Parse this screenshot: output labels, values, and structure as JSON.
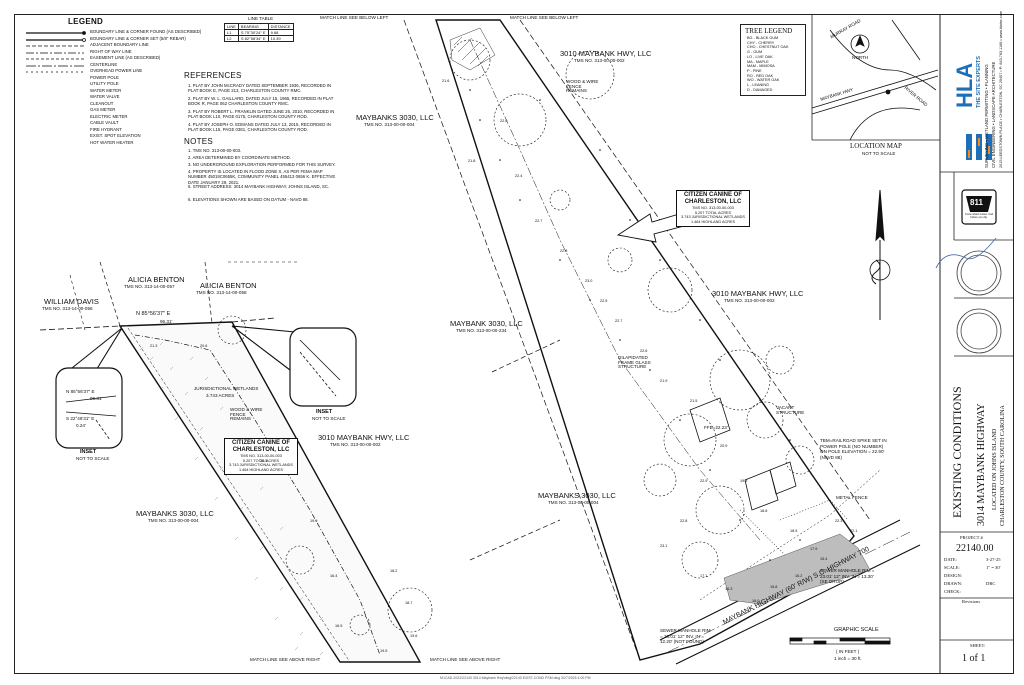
{
  "legend": {
    "title": "LEGEND",
    "items": [
      "BOUNDARY LINE & CORNER FOUND (AS DESCRIBED)",
      "BOUNDARY LINE & CORNER SET (5/8\" REBAR)",
      "ADJACENT BOUNDARY LINE",
      "RIGHT OF WAY LINE",
      "EASEMENT LINE (AS DESCRIBED)",
      "CENTERLINE",
      "OVERHEAD POWER LINE",
      "POWER POLE",
      "UTILITY POLE",
      "WATER METER",
      "WATER VALVE",
      "CLEANOUT",
      "GAS METER",
      "ELECTRIC METER",
      "CABLE VAULT",
      "FIRE HYDRANT",
      "EXIST. SPOT ELEVATION",
      "HOT WATER HEATER"
    ]
  },
  "line_table": {
    "title": "LINE TABLE",
    "headers": [
      "LINE",
      "BEARING",
      "DISTANCE"
    ],
    "rows": [
      [
        "L1",
        "S 75°30'24\" E",
        "9.68"
      ],
      [
        "L2",
        "S 82°58'34\" E",
        "10.39"
      ]
    ]
  },
  "references": {
    "title": "REFERENCES",
    "items": [
      "1. PLAT BY JOHN McCRADY DATED SEPTEMBER 1936, RECORDED IN PLAT BOOK E, PAGE 213, CHARLESTON COUNTY RMC.",
      "2. PLAT BY W. L. GAILLARD, DATED JULY 15, 1965, RECORDED IN PLAT BOOK R, PAGE 062 CHARLESTON COUNTY RMC.",
      "3. PLAT BY ROBERT L. FRANKLIN DATED JUNE 26, 2010, RECORDED IN PLAT BOOK L10, PAGE 0175, CHARLESTON COUNTY ROD.",
      "4. PLAT BY JOSEPH O. EDMANS DATED JULY 13, 2015, RECORDED IN PLAT BOOK L15, PAGE 0381, CHARLESTON COUNTY ROD."
    ]
  },
  "notes": {
    "title": "NOTES",
    "items": [
      "1. TMS NO. 313-00-00-003.",
      "2. AREA DETERMINED BY COORDINATE METHOD.",
      "3. NO UNDERGROUND EXPLORATION PERFORMED FOR THIS SURVEY.",
      "4. PROPERTY IS LOCATED IN FLOOD ZONE X, AS PER FEMA MAP NUMBER 45019C0655K, COMMUNITY PANEL 455413 0656 K. EFFECTIVE DATE JANUARY 29, 2021.",
      "5. STREET ADDRESS: 3014 MAYBANK HIGHWAY, JOHNS ISLAND, SC.",
      "6. ELEVATIONS SHOWN ARE BASED ON DATUM - NAVD 88."
    ]
  },
  "tree_legend": {
    "title": "TREE LEGEND",
    "items": [
      "BG - BLACK GUM",
      "CHY - CHERRY",
      "CHO - CHESTNUT OAK",
      "G - GUM",
      "LO - LIVE OAK",
      "MA - MAPLE",
      "MAM - MIMOSA",
      "P - PINE",
      "RO - RED OAK",
      "WO - WATER OAK",
      "L - LEANING",
      "D - DAMAGED"
    ]
  },
  "matchlines": {
    "top_left": "MATCH LINE SEE BELOW LEFT",
    "top_right": "MATCH LINE SEE BELOW LEFT",
    "bottom_left": "MATCH LINE SEE ABOVE RIGHT",
    "bottom_right": "MATCH LINE SEE ABOVE RIGHT"
  },
  "parcels": {
    "top_right_3010": {
      "name": "3010 MAYBANK HWY, LLC",
      "tms": "TMS NO. 313-00-00-002"
    },
    "top_maybanks": {
      "name": "MAYBANKS 3030, LLC",
      "tms": "TMS NO. 313-00-00-004"
    },
    "mid_3010": {
      "name": "3010 MAYBANK HWY, LLC",
      "tms": "TMS NO. 313-00-00-002"
    },
    "mid_maybank": {
      "name": "MAYBANK 3030, LLC",
      "tms": "TMS NO. 313-00-00-234"
    },
    "bottom_maybanks": {
      "name": "MAYBANKS 3030, LLC",
      "tms": "TMS NO. 313-00-00-004"
    },
    "left_3010": {
      "name": "3010 MAYBANK HWY, LLC",
      "tms": "TMS NO. 313-00-00-002"
    },
    "left_maybanks": {
      "name": "MAYBANKS 3030, LLC",
      "tms": "TMS NO. 313-00-00-004"
    },
    "alicia1": {
      "name": "ALICIA BENTON",
      "tms": "TMS NO. 313-14-00-057"
    },
    "alicia2": {
      "name": "ALICIA BENTON",
      "tms": "TMS NO. 313-14-00-058"
    },
    "william": {
      "name": "WILLIAM DAVIS",
      "tms": "TMS NO. 313-14-00-056"
    }
  },
  "citizen_box": {
    "line1": "CITIZEN CANINE OF",
    "line2": "CHARLESTON, LLC",
    "line3": "TMS NO. 313-00-00-003",
    "line4": "5.207 TOTAL ACRES",
    "line5": "3.743 JURISDICTIONAL WETLANDS",
    "line6": "1.464 HIGHLAND ACRES"
  },
  "citizen_box_left": {
    "line1": "CITIZEN CANINE OF",
    "line2": "CHARLESTON, LLC",
    "line3": "TMS NO. 313-00-00-003",
    "line4": "5.207 TOTAL ACRES",
    "line5": "3.743 JURISDICTIONAL WETLANDS",
    "line6": "1.464 HIGHLAND ACRES"
  },
  "insets": {
    "left_label": "INSET",
    "left_sub": "NOT TO SCALE",
    "right_label": "INSET",
    "right_sub": "NOT TO SCALE",
    "left_bearing": "N 85°56'37\" E",
    "left_dist": "96.31'",
    "left_bearing2": "S 22°46'31\" E",
    "left_dist2": "0.24'"
  },
  "map_text": {
    "wetlands": "JURISDICTIONAL WETLANDS",
    "wetlands_acres": "3.743 ACRES",
    "highway": "MAYBANK HIGHWAY (60' R/W) S.C. HIGHWAY 700",
    "north_label": "N 85°56'37\" E",
    "north_dist": "96.31'",
    "graphic_scale": "GRAPHIC SCALE",
    "scale_feet": "( IN FEET )",
    "scale_ratio": "1 inch = 30 ft.",
    "benchmark": "TBM=RAILROAD SPIKE SET IN POWER POLE (NO NUMBER) ON POLE ELEVATION = 22.90' (NAVD 88)",
    "ffe": "FFE=22.23'",
    "sewer_left": "SEWER MANHOLE RIM = 23.01' 12\" INV. IN = 12.20' (NOT FOUND)",
    "sewer_right": "SEWER MANHOLE RIM = 23.01' 12\" INV. IN = 13.30' (SE DROP)",
    "vacant": "VACANT STRUCTURE",
    "dilapidated": "DILAPIDATED FRAME GLASS STRUCTURE",
    "wood_fence": "WOOD & WIRE FENCE REMAINS",
    "metal_fence": "METAL FENCE",
    "spot_elevations": [
      "16.4",
      "16.5",
      "18.2",
      "18.7",
      "19.6",
      "19.5",
      "19.9",
      "20.5",
      "20.6",
      "21.3",
      "21.6",
      "21.8",
      "22.0",
      "22.4",
      "22.7",
      "22.8",
      "23.0",
      "22.5",
      "22.7",
      "22.6",
      "21.9",
      "21.5",
      "20.9",
      "19.3",
      "18.8",
      "18.5",
      "17.9",
      "17.1",
      "16.3",
      "16.0",
      "15.8",
      "16.2",
      "15.4",
      "22.3",
      "22.1",
      "22.9",
      "22.8",
      "23.1"
    ]
  },
  "location_map": {
    "title": "LOCATION MAP",
    "sub": "NOT TO SCALE",
    "north": "NORTH",
    "roads": [
      "MAYBANK HWY",
      "RIVER ROAD",
      "MURRAY ROAD"
    ]
  },
  "title_block": {
    "firm": "HLA",
    "firm_tag": "THE SITE EXPERTS",
    "firm_services": "SURVEYING  •  WETLAND PERMITTING  •  PLANNING",
    "firm_services2": "CIVIL ENGINEERING  •  LANDSCAPE ARCHITECTURE",
    "firm_address": "2015 LEEDSTOWN PLACE • CHARLESTON, SC 29407 • P: 843.763.1166 • www.hlainc.com",
    "call_811": "811",
    "call_811_sub": "Know what's below. Call before you dig.",
    "drawing_title": "EXISTING CONDITIONS",
    "project_address": "3014 MAYBANK HIGHWAY",
    "project_loc1": "LOCATED ON JOHNS ISLAND",
    "project_loc2": "CHARLESTON COUNTY, SOUTH CAROLINA",
    "project_label": "PROJECT #",
    "project_no": "22140.00",
    "date_label": "DATE:",
    "date_val": "3-27-25",
    "scale_label": "SCALE:",
    "scale_val": "1\" = 30'",
    "design_label": "DESIGN:",
    "design_val": "",
    "drawn_label": "DRAWN:",
    "drawn_val": "DRC",
    "check_label": "CHECK:",
    "check_val": "",
    "revisions": "Revisions",
    "sheet_label": "SHEET:",
    "sheet_val": "1 of 1"
  },
  "footer_path": "M:\\CAD-2022\\22140 3014 Maybank Hwy\\dwg\\22140 EXIST-COND PSM.dwg  3/27/2025 4:00 PM"
}
